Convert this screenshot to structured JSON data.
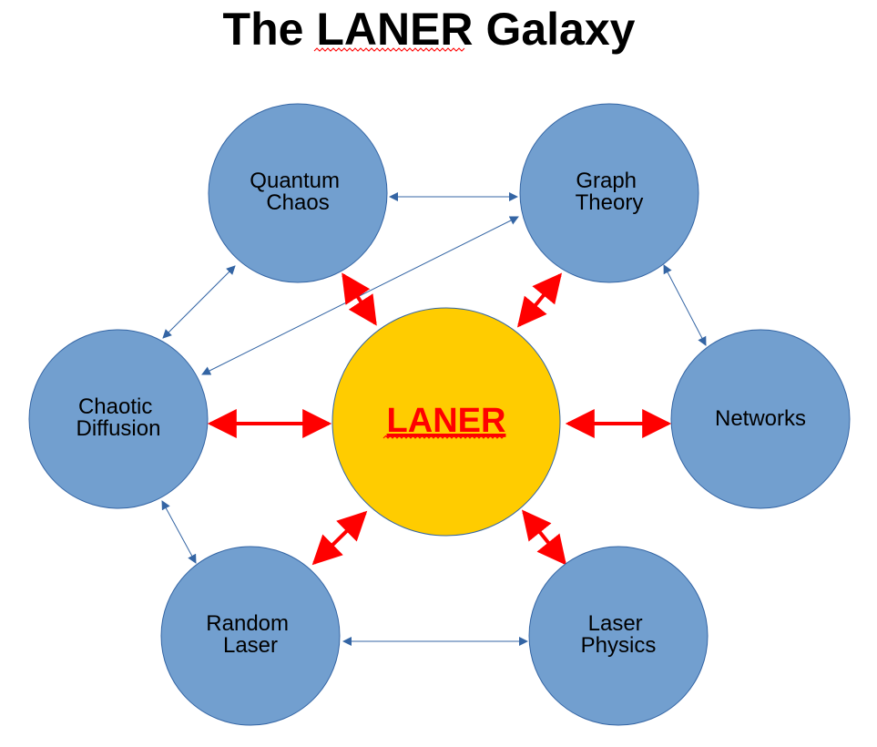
{
  "title": {
    "prefix": "The ",
    "highlight": "LANER",
    "suffix": " Galaxy"
  },
  "colors": {
    "node_fill": "#729fcf",
    "node_stroke": "#3465a4",
    "center_fill": "#ffcc00",
    "center_text": "#ff0000",
    "thin_arrow": "#3465a4",
    "thick_arrow": "#ff0000",
    "spellcheck_underline": "#ff0000"
  },
  "center": {
    "label": "LANER"
  },
  "nodes": {
    "quantum_chaos": {
      "line1": "Quantum",
      "line2": "Chaos"
    },
    "graph_theory": {
      "line1": "Graph",
      "line2": "Theory"
    },
    "chaotic_diffusion": {
      "line1": "Chaotic",
      "line2": "Diffusion"
    },
    "networks": {
      "line1": "Networks"
    },
    "random_laser": {
      "line1": "Random",
      "line2": "Laser"
    },
    "laser_physics": {
      "line1": "Laser",
      "line2": "Physics"
    }
  }
}
